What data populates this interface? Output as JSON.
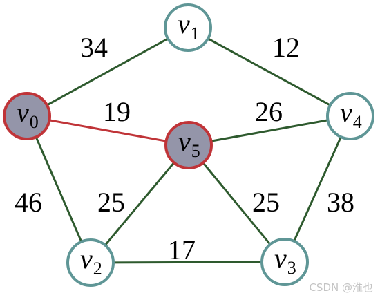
{
  "colors": {
    "edge_default": "#2e5a2e",
    "edge_highlight": "#c03438",
    "node_fill_default": "#ffffff",
    "node_stroke_default": "#5f9696",
    "node_fill_highlight": "#9495a9",
    "node_stroke_highlight": "#c03438"
  },
  "nodes": [
    {
      "id": "v0",
      "name": "v",
      "sub": "0",
      "highlight": true
    },
    {
      "id": "v1",
      "name": "v",
      "sub": "1",
      "highlight": false
    },
    {
      "id": "v2",
      "name": "v",
      "sub": "2",
      "highlight": false
    },
    {
      "id": "v3",
      "name": "v",
      "sub": "3",
      "highlight": false
    },
    {
      "id": "v4",
      "name": "v",
      "sub": "4",
      "highlight": false
    },
    {
      "id": "v5",
      "name": "v",
      "sub": "5",
      "highlight": true
    }
  ],
  "edges": [
    {
      "from": "v0",
      "to": "v1",
      "weight": "34",
      "highlight": false
    },
    {
      "from": "v1",
      "to": "v4",
      "weight": "12",
      "highlight": false
    },
    {
      "from": "v0",
      "to": "v5",
      "weight": "19",
      "highlight": true
    },
    {
      "from": "v5",
      "to": "v4",
      "weight": "26",
      "highlight": false
    },
    {
      "from": "v0",
      "to": "v2",
      "weight": "46",
      "highlight": false
    },
    {
      "from": "v2",
      "to": "v5",
      "weight": "25",
      "highlight": false
    },
    {
      "from": "v5",
      "to": "v3",
      "weight": "25",
      "highlight": false
    },
    {
      "from": "v4",
      "to": "v3",
      "weight": "38",
      "highlight": false
    },
    {
      "from": "v2",
      "to": "v3",
      "weight": "17",
      "highlight": false
    }
  ],
  "watermark": "CSDN @淮也"
}
